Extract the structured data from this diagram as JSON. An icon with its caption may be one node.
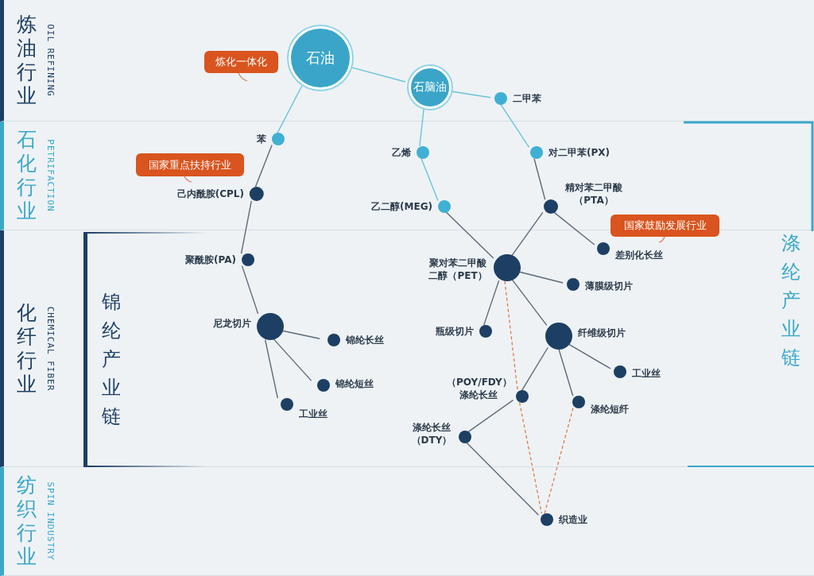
{
  "diagram": {
    "nodes": [
      {
        "text": [
          "炼油行业",
          "OIL REFINING"
        ]
      },
      {
        "text": [
          "石化行业",
          "PETRIFACTION"
        ]
      },
      {
        "text": [
          "化纤行业",
          "CHEMICAL FIBER"
        ]
      },
      {
        "text": [
          "纺织行业",
          "SPIN INDUSTRY"
        ]
      },
      {
        "text": [
          "锦纶产业链"
        ],
        "in": 2
      },
      {
        "text": [
          "涤纶产业链"
        ],
        "in": 2
      },
      {
        "text": [
          "石油"
        ],
        "in": 0
      },
      {
        "text": [
          "石脑油"
        ],
        "in": 0
      },
      {
        "text": [
          "二甲苯"
        ],
        "in": 0
      },
      {
        "text": [
          "苯"
        ],
        "in": 1
      },
      {
        "text": [
          "乙烯"
        ],
        "in": 1
      },
      {
        "text": [
          "对二甲苯(PX)"
        ],
        "in": 1
      },
      {
        "text": [
          "己内酰胺(CPL)"
        ],
        "in": 1
      },
      {
        "text": [
          "乙二醇(MEG)"
        ],
        "in": 1
      },
      {
        "text": [
          "精对苯二甲酸（PTA）"
        ],
        "in": 1
      },
      {
        "text": [
          "聚酰胺(PA)"
        ],
        "in": 4
      },
      {
        "text": [
          "差别化长丝"
        ],
        "in": 2
      },
      {
        "text": [
          "聚对苯二甲酸二醇（PET）"
        ],
        "in": 2
      },
      {
        "text": [
          "薄膜级切片"
        ],
        "in": 2
      },
      {
        "text": [
          "尼龙切片"
        ],
        "in": 4
      },
      {
        "text": [
          "锦纶长丝"
        ],
        "in": 4
      },
      {
        "text": [
          "瓶级切片"
        ],
        "in": 2
      },
      {
        "text": [
          "纤维级切片"
        ],
        "in": 2
      },
      {
        "text": [
          "锦纶短丝"
        ],
        "in": 4
      },
      {
        "text": [
          "工业丝"
        ],
        "in": 2
      },
      {
        "text": [
          "（POY/FDY）涤纶长丝"
        ],
        "in": 2
      },
      {
        "text": [
          "工业丝"
        ],
        "in": 4
      },
      {
        "text": [
          "涤纶短纤"
        ],
        "in": 2
      },
      {
        "text": [
          "涤纶长丝（DTY）"
        ],
        "in": 2
      },
      {
        "text": [
          "织造业"
        ],
        "in": 3
      },
      {
        "text": [
          "炼化一体化"
        ],
        "in": 0
      },
      {
        "text": [
          "国家重点扶持行业"
        ],
        "in": 1
      },
      {
        "text": [
          "国家鼓励发展行业"
        ]
      }
    ],
    "edges": [
      {
        "from": 6,
        "to": 7,
        "arrow": "none",
        "color": "#6cc3d9"
      },
      {
        "from": 6,
        "to": 9,
        "arrow": "none",
        "color": "#6cc3d9"
      },
      {
        "from": 7,
        "to": 8,
        "arrow": "none",
        "color": "#6cc3d9"
      },
      {
        "from": 7,
        "to": 10,
        "arrow": "none",
        "color": "#6cc3d9"
      },
      {
        "from": 8,
        "to": 11,
        "arrow": "none",
        "color": "#6cc3d9"
      },
      {
        "from": 10,
        "to": 13,
        "arrow": "none",
        "color": "#6cc3d9"
      },
      {
        "from": 9,
        "to": 12,
        "arrow": "none"
      },
      {
        "from": 11,
        "to": 14,
        "arrow": "none"
      },
      {
        "from": 12,
        "to": 15,
        "arrow": "none"
      },
      {
        "from": 15,
        "to": 19,
        "arrow": "none"
      },
      {
        "from": 19,
        "to": 20,
        "arrow": "none"
      },
      {
        "from": 19,
        "to": 23,
        "arrow": "none"
      },
      {
        "from": 19,
        "to": 26,
        "arrow": "none"
      },
      {
        "from": 13,
        "to": 17,
        "arrow": "none"
      },
      {
        "from": 14,
        "to": 17,
        "arrow": "none"
      },
      {
        "from": 14,
        "to": 16,
        "arrow": "none"
      },
      {
        "from": 17,
        "to": 18,
        "arrow": "none"
      },
      {
        "from": 17,
        "to": 21,
        "arrow": "none"
      },
      {
        "from": 17,
        "to": 22,
        "arrow": "none"
      },
      {
        "from": 22,
        "to": 24,
        "arrow": "none"
      },
      {
        "from": 22,
        "to": 25,
        "arrow": "none"
      },
      {
        "from": 22,
        "to": 27,
        "arrow": "none"
      },
      {
        "from": 25,
        "to": 28,
        "arrow": "none"
      },
      {
        "from": 28,
        "to": 29,
        "arrow": "none"
      },
      {
        "from": 17,
        "to": 25,
        "arrow": "none",
        "style": "dashed",
        "color": "#e0703a"
      },
      {
        "from": 25,
        "to": 29,
        "arrow": "none",
        "style": "dashed",
        "color": "#e0703a"
      },
      {
        "from": 27,
        "to": 29,
        "arrow": "none",
        "style": "dashed",
        "color": "#e0703a"
      }
    ]
  }
}
